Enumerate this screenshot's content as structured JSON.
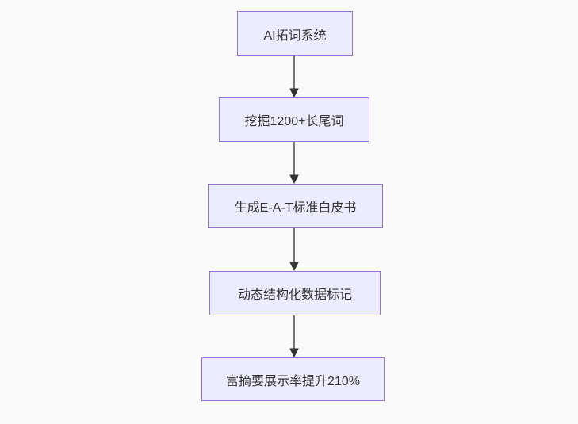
{
  "diagram": {
    "type": "flowchart",
    "direction": "top-down",
    "nodes": [
      {
        "id": "node-0",
        "label": "AI拓词系统"
      },
      {
        "id": "node-1",
        "label": "挖掘1200+长尾词"
      },
      {
        "id": "node-2",
        "label": "生成E-A-T标准白皮书"
      },
      {
        "id": "node-3",
        "label": "动态结构化数据标记"
      },
      {
        "id": "node-4",
        "label": "富摘要展示率提升210%"
      }
    ],
    "edges": [
      {
        "from": "node-0",
        "to": "node-1"
      },
      {
        "from": "node-1",
        "to": "node-2"
      },
      {
        "from": "node-2",
        "to": "node-3"
      },
      {
        "from": "node-3",
        "to": "node-4"
      }
    ],
    "colors": {
      "node_fill": "#ECECFF",
      "node_border": "#9370DB",
      "node_text": "#333333",
      "arrow": "#333333",
      "background": "#fafafa"
    }
  }
}
